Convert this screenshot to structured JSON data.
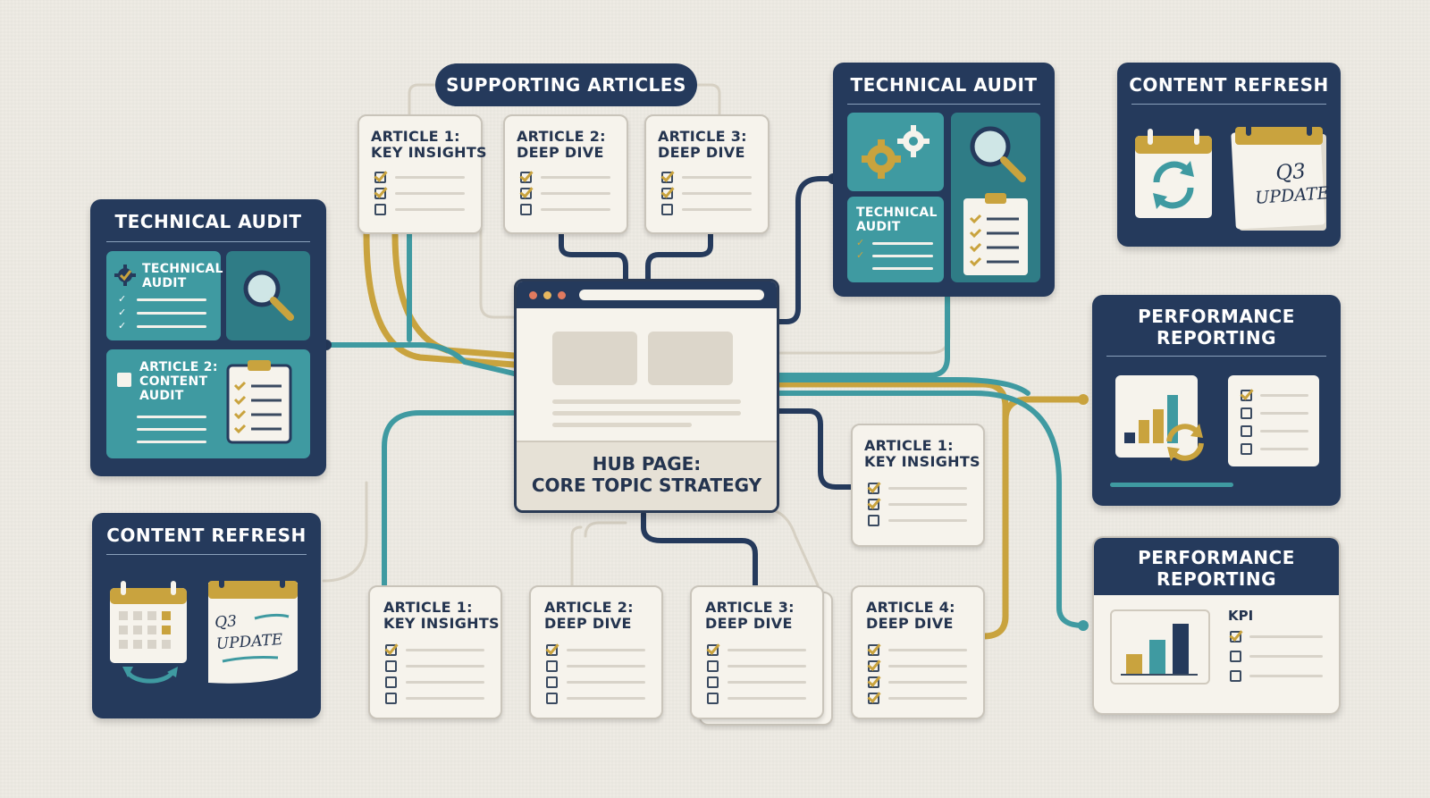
{
  "colors": {
    "navy": "#253a5c",
    "teal": "#3f9aa1",
    "gold": "#c9a33e",
    "paper": "#f6f3ec",
    "background": "#eeebe4",
    "wire_beige": "#d9d3c6"
  },
  "supporting_pill": {
    "label": "SUPPORTING ARTICLES"
  },
  "hub": {
    "line1": "HUB PAGE:",
    "line2": "CORE TOPIC STRATEGY"
  },
  "top_articles": [
    {
      "line1": "ARTICLE 1:",
      "line2": "KEY INSIGHTS",
      "checks": [
        true,
        true,
        false
      ]
    },
    {
      "line1": "ARTICLE 2:",
      "line2": "DEEP DIVE",
      "checks": [
        true,
        true,
        false
      ]
    },
    {
      "line1": "ARTICLE 3:",
      "line2": "DEEP DIVE",
      "checks": [
        true,
        true,
        false
      ]
    }
  ],
  "right_article": {
    "line1": "ARTICLE 1:",
    "line2": "KEY INSIGHTS",
    "checks": [
      true,
      true,
      false
    ]
  },
  "bottom_articles": [
    {
      "line1": "ARTICLE 1:",
      "line2": "KEY INSIGHTS",
      "checks": [
        true,
        false,
        false,
        false
      ]
    },
    {
      "line1": "ARTICLE 2:",
      "line2": "DEEP DIVE",
      "checks": [
        true,
        false,
        false,
        false
      ]
    },
    {
      "line1": "ARTICLE 3:",
      "line2": "DEEP DIVE",
      "checks": [
        true,
        false,
        false,
        false
      ]
    },
    {
      "line1": "ARTICLE 4:",
      "line2": "DEEP DIVE",
      "checks": [
        true,
        true,
        true,
        true
      ]
    }
  ],
  "left_audit": {
    "title": "TECHNICAL AUDIT",
    "tile1": {
      "line1": "TECHNICAL",
      "line2": "AUDIT"
    },
    "tile2": {
      "line1": "ARTICLE 2:",
      "line2": "CONTENT",
      "line3": "AUDIT"
    }
  },
  "right_audit": {
    "title": "TECHNICAL AUDIT",
    "tile": {
      "line1": "TECHNICAL",
      "line2": "AUDIT"
    }
  },
  "left_refresh": {
    "title": "CONTENT REFRESH",
    "note": {
      "line1": "Q3",
      "line2": "UPDATE"
    }
  },
  "right_refresh": {
    "title": "CONTENT REFRESH",
    "note": {
      "line1": "Q3",
      "line2": "UPDATE"
    }
  },
  "performance_1": {
    "line1": "PERFORMANCE",
    "line2": "REPORTING"
  },
  "performance_2": {
    "line1": "PERFORMANCE",
    "line2": "REPORTING",
    "kpi": "KPI"
  },
  "icons": [
    "gear-icon",
    "magnifier-icon",
    "clipboard-icon",
    "calendar-icon",
    "refresh-icon",
    "sticky-note-icon",
    "bar-chart-icon",
    "browser-icon",
    "checkbox-icon"
  ]
}
